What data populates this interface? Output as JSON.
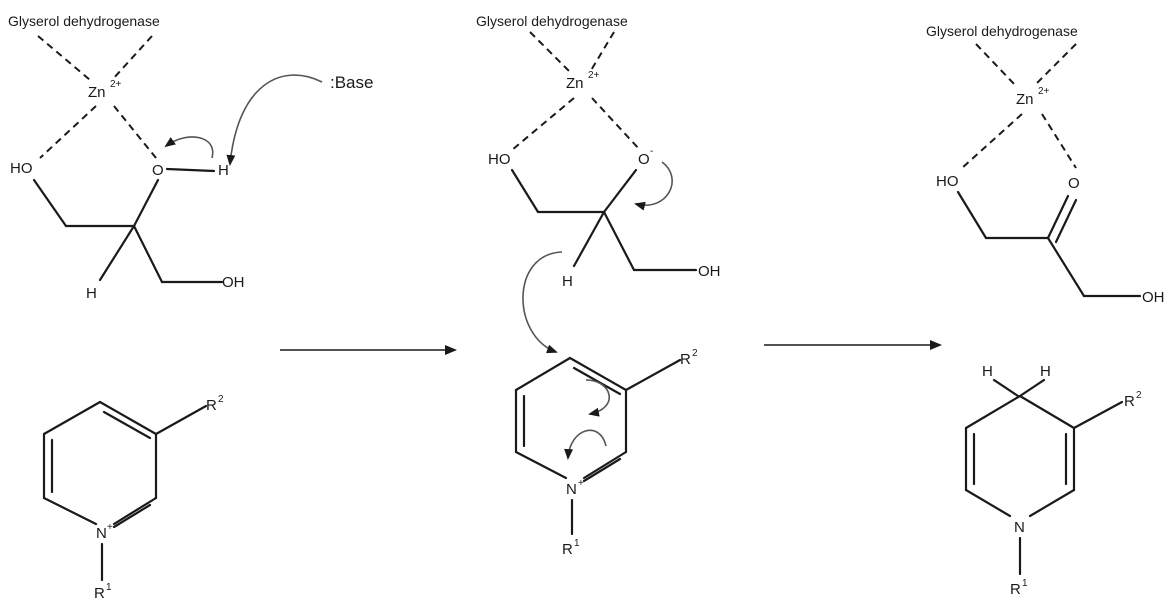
{
  "enzyme": "Glyserol dehydrogenase",
  "metal": "Zn",
  "metal_charge": "2+",
  "base": ":Base",
  "atoms": {
    "ho": "HO",
    "oh": "OH",
    "o": "O",
    "h": "H",
    "n": "N",
    "r": "R",
    "sup1": "1",
    "sup2": "2",
    "plus": "+",
    "minus": "-"
  }
}
